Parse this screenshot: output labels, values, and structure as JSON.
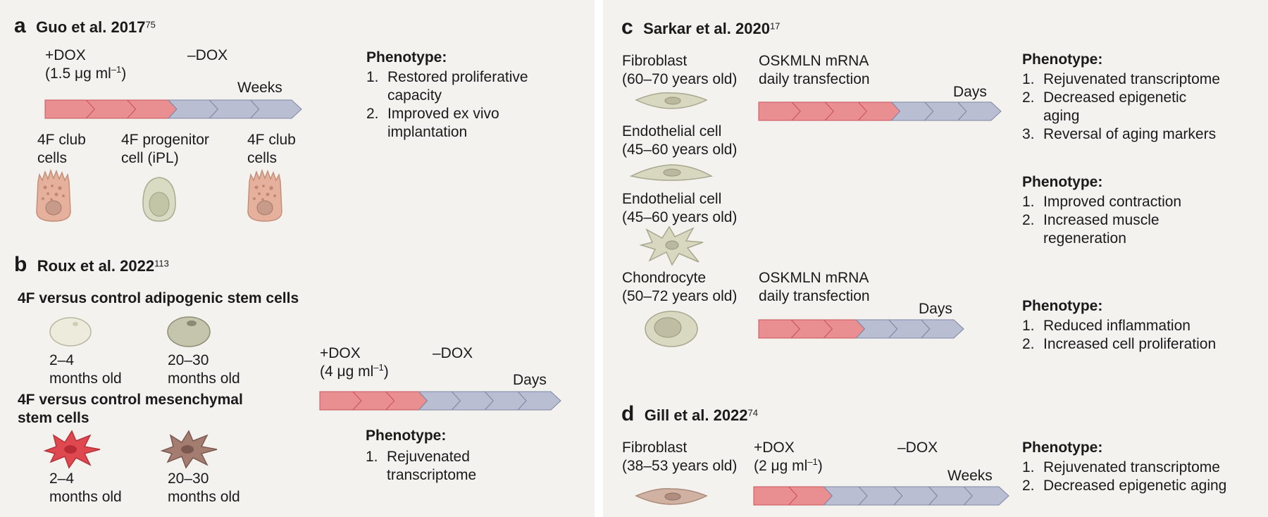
{
  "colors": {
    "dox_on": "#e98f92",
    "dox_off": "#b9bed3",
    "panel_bg": "#f4f2ee"
  },
  "a": {
    "letter": "a",
    "title": "Guo et al. 2017",
    "ref": "75",
    "dox_on": "+DOX",
    "dox_on_conc": "(1.5 μg ml",
    "dox_on_conc_exp": "–1",
    "dox_on_conc_end": ")",
    "dox_off": "–DOX",
    "time_unit": "Weeks",
    "cells": [
      {
        "line1": "4F club",
        "line2": "cells"
      },
      {
        "line1": "4F progenitor",
        "line2": "cell (iPL)"
      },
      {
        "line1": "4F club",
        "line2": "cells"
      }
    ],
    "phenotype": {
      "title": "Phenotype:",
      "items": [
        {
          "num": "1.",
          "line1": "Restored proliferative",
          "line2": "capacity"
        },
        {
          "num": "2.",
          "line1": "Improved ex vivo",
          "line2": "implantation"
        }
      ]
    }
  },
  "b": {
    "letter": "b",
    "title": "Roux et al. 2022",
    "ref": "113",
    "group1": "4F versus control adipogenic stem cells",
    "group2_line1": "4F versus control mesenchymal",
    "group2_line2": "stem cells",
    "young_age": "2–4",
    "old_age": "20–30",
    "age_suffix": "months old",
    "dox_on": "+DOX",
    "dox_on_conc": "(4 μg ml",
    "dox_on_conc_exp": "–1",
    "dox_on_conc_end": ")",
    "dox_off": "–DOX",
    "time_unit": "Days",
    "phenotype": {
      "title": "Phenotype:",
      "items": [
        {
          "num": "1.",
          "line1": "Rejuvenated",
          "line2": "transcriptome"
        }
      ]
    }
  },
  "c": {
    "letter": "c",
    "title": "Sarkar et al. 2020",
    "ref": "17",
    "cells": [
      {
        "name": "Fibroblast",
        "age": "(60–70 years old)"
      },
      {
        "name": "Endothelial cell",
        "age": "(45–60 years old)"
      },
      {
        "name": "Endothelial cell",
        "age": "(45–60 years old)"
      },
      {
        "name": "Chondrocyte",
        "age": "(50–72 years old)"
      }
    ],
    "treatment_line1": "OSKMLN mRNA",
    "treatment_line2": "daily transfection",
    "time_unit": "Days",
    "phenotypes": [
      {
        "title": "Phenotype:",
        "items": [
          {
            "num": "1.",
            "line1": "Rejuvenated transcriptome",
            "line2": ""
          },
          {
            "num": "2.",
            "line1": "Decreased epigenetic",
            "line2": "aging"
          },
          {
            "num": "3.",
            "line1": "Reversal of aging markers",
            "line2": ""
          }
        ]
      },
      {
        "title": "Phenotype:",
        "items": [
          {
            "num": "1.",
            "line1": "Improved contraction",
            "line2": ""
          },
          {
            "num": "2.",
            "line1": "Increased muscle",
            "line2": "regeneration"
          }
        ]
      },
      {
        "title": "Phenotype:",
        "items": [
          {
            "num": "1.",
            "line1": "Reduced inflammation",
            "line2": ""
          },
          {
            "num": "2.",
            "line1": "Increased cell proliferation",
            "line2": ""
          }
        ]
      }
    ]
  },
  "d": {
    "letter": "d",
    "title": "Gill et al. 2022",
    "ref": "74",
    "cell_name": "Fibroblast",
    "cell_age": "(38–53 years old)",
    "dox_on": "+DOX",
    "dox_on_conc": "(2 μg ml",
    "dox_on_conc_exp": "–1",
    "dox_on_conc_end": ")",
    "dox_off": "–DOX",
    "time_unit": "Weeks",
    "phenotype": {
      "title": "Phenotype:",
      "items": [
        {
          "num": "1.",
          "line1": "Rejuvenated transcriptome",
          "line2": ""
        },
        {
          "num": "2.",
          "line1": "Decreased epigenetic aging",
          "line2": ""
        }
      ]
    }
  }
}
